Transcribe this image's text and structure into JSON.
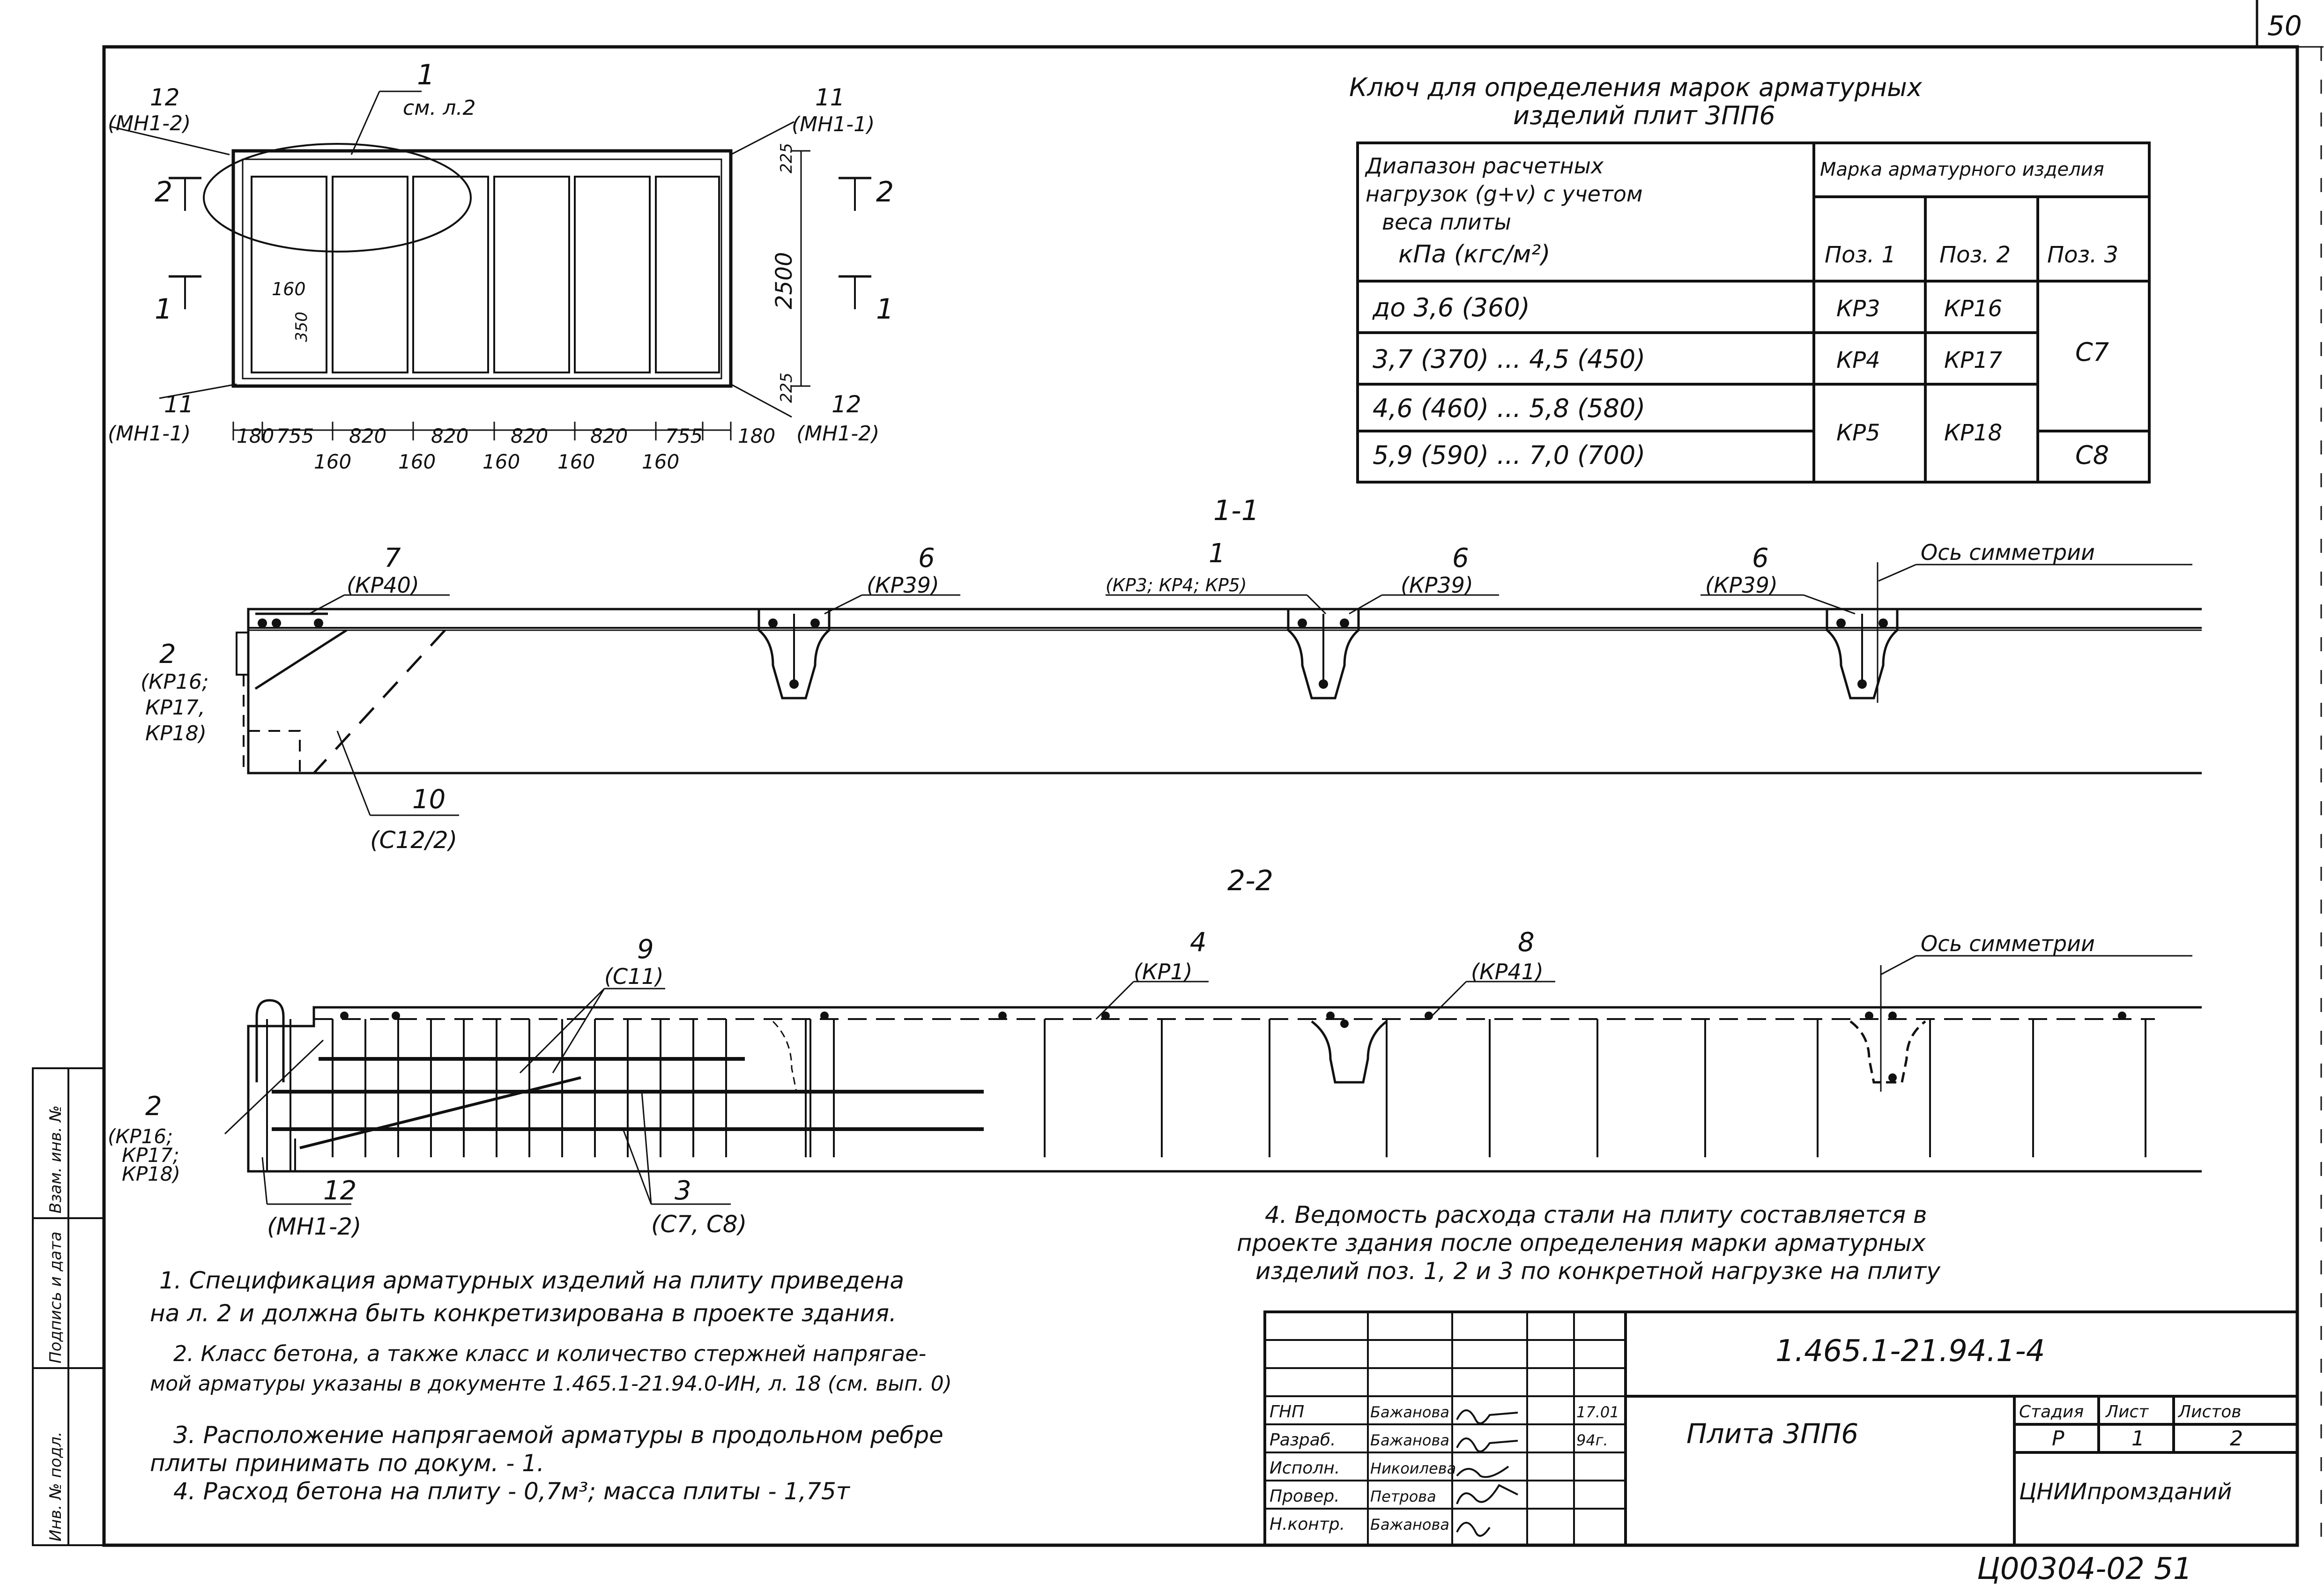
{
  "sheet": {
    "page_number": "50",
    "stamp_bottom": "Ц00304-02  51"
  },
  "plan": {
    "callouts": {
      "c1_num": "1",
      "c1_ref": "см. л.2",
      "c12_num": "12",
      "c12_ref": "(МН1-2)",
      "c11_num": "11",
      "c11_ref": "(МН1-1)",
      "c11b_num": "11",
      "c11b_ref": "(МН1-1)",
      "c12b_num": "12",
      "c12b_ref": "(МН1-2)"
    },
    "section_marks": {
      "s2_left": "2",
      "s2_right": "2",
      "s1_left": "1",
      "s1_right": "1"
    },
    "dims_bottom": [
      "180",
      "755",
      "820",
      "820",
      "820",
      "820",
      "755",
      "180"
    ],
    "dims_ribs": [
      "160",
      "160",
      "160",
      "160",
      "160"
    ],
    "dim_height": "2500",
    "dim_top": "225",
    "dim_bottom": "225",
    "dim_inner_a": "160",
    "dim_inner_b": "350"
  },
  "key": {
    "title_line1": "Ключ для определения марок арматурных",
    "title_line2": "изделий плит 3ПП6",
    "header_load": [
      "Диапазон расчетных",
      "нагрузок (g+v) с учетом",
      "веса плиты",
      "кПа (кгс/м²)"
    ],
    "header_brand": "Марка арматурного изделия",
    "header_pos": [
      "Поз. 1",
      "Поз. 2",
      "Поз. 3"
    ],
    "rows": [
      {
        "load": "до 3,6 (360)",
        "p1": "КР3",
        "p2": "КР16"
      },
      {
        "load": "3,7 (370) ... 4,5 (450)",
        "p1": "КР4",
        "p2": "КР17"
      },
      {
        "load": "4,6 (460) ... 5,8 (580)",
        "p1": "КР5",
        "p2": "КР18"
      },
      {
        "load": "5,9 (590) ... 7,0 (700)"
      }
    ],
    "p3_top": "С7",
    "p3_bottom": "С8"
  },
  "section1": {
    "title": "1-1",
    "labels": {
      "l7_num": "7",
      "l7_ref": "(КР40)",
      "l6a_num": "6",
      "l6a_ref": "(КР39)",
      "l1_num": "1",
      "l1_ref": "(КР3; КР4; КР5)",
      "l6b_num": "6",
      "l6b_ref": "(КР39)",
      "l6c_num": "6",
      "l6c_ref": "(КР39)",
      "axis": "Ось симметрии",
      "l2_num": "2",
      "l2_ref1": "(КР16;",
      "l2_ref2": "КР17,",
      "l2_ref3": "КР18)",
      "l10_num": "10",
      "l10_ref": "(С12/2)"
    }
  },
  "section2": {
    "title": "2-2",
    "labels": {
      "l9_num": "9",
      "l9_ref": "(С11)",
      "l4_num": "4",
      "l4_ref": "(КР1)",
      "l8_num": "8",
      "l8_ref": "(КР41)",
      "axis": "Ось симметрии",
      "l2_num": "2",
      "l2_ref1": "(КР16;",
      "l2_ref2": "КР17;",
      "l2_ref3": "КР18)",
      "l12_num": "12",
      "l12_ref": "(МН1-2)",
      "l3_num": "3",
      "l3_ref": "(С7, С8)"
    }
  },
  "notes": {
    "n1a": "1. Спецификация арматурных изделий на плиту приведена",
    "n1b": "на л. 2 и должна быть конкретизирована в проекте здания.",
    "n2a": "2. Класс бетона, а также класс и количество стержней напрягае-",
    "n2b": "мой арматуры указаны в документе 1.465.1-21.94.0-ИН, л. 18 (см. вып. 0)",
    "n3a": "3. Расположение напрягаемой арматуры в продольном ребре",
    "n3b": "плиты принимать по докум. - 1.",
    "n4": "4. Расход бетона на плиту - 0,7м³;  масса плиты - 1,75т",
    "n5a": "4. Ведомость расхода стали на плиту составляется в",
    "n5b": "проекте здания после определения марки арматурных",
    "n5c": "изделий поз. 1, 2 и 3  по конкретной нагрузке на плиту"
  },
  "titleblock": {
    "doc_code": "1.465.1-21.94.1-4",
    "title": "Плита 3ПП6",
    "stage_h": "Стадия",
    "sheet_h": "Лист",
    "sheets_h": "Листов",
    "stage": "Р",
    "sheet": "1",
    "sheets": "2",
    "org": "ЦНИИпромзданий",
    "roles": [
      "ГНП",
      "Разраб.",
      "Исполн.",
      "Провер.",
      "Н.контр."
    ],
    "names": [
      "Бажанова",
      "Бажанова",
      "Никоилева",
      "Петрова",
      "Бажанова"
    ],
    "dates": [
      "17.01",
      "94г.",
      "",
      "",
      ""
    ]
  },
  "sidebar": {
    "inv": "Инв. № подл.",
    "sign": "Подпись и дата",
    "replace": "Взам. инв. №"
  }
}
